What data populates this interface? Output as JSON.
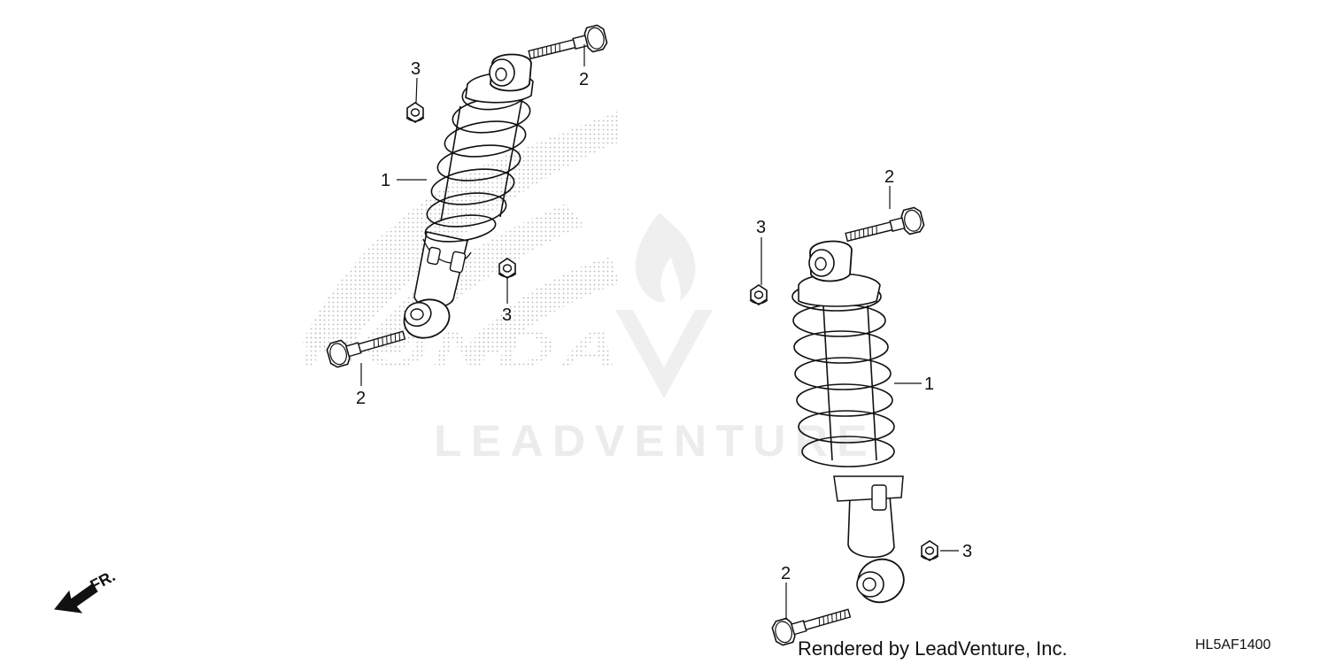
{
  "diagram": {
    "watermark_brand": "HONDA",
    "watermark_text": "LEADVENTURE",
    "direction_label": "FR.",
    "render_credit": "Rendered by LeadVenture, Inc.",
    "diagram_code": "HL5AF1400",
    "callouts": {
      "left_top_nut": "3",
      "left_top_bolt": "2",
      "left_shock": "1",
      "left_bottom_nut": "3",
      "left_bottom_bolt": "2",
      "right_top_bolt": "2",
      "right_top_nut": "3",
      "right_shock": "1",
      "right_bottom_nut": "3",
      "right_bottom_bolt": "2"
    }
  }
}
